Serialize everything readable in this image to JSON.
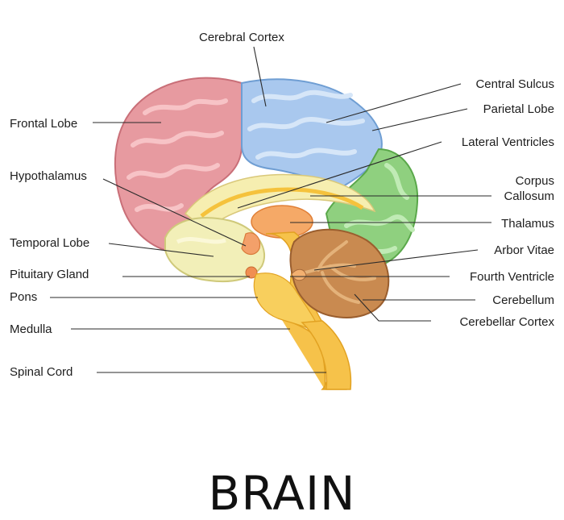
{
  "title": "BRAIN",
  "labels": {
    "cerebral_cortex": "Cerebral Cortex",
    "frontal_lobe": "Frontal Lobe",
    "hypothalamus": "Hypothalamus",
    "temporal_lobe": "Temporal Lobe",
    "pituitary_gland": "Pituitary Gland",
    "pons": "Pons",
    "medulla": "Medulla",
    "spinal_cord": "Spinal Cord",
    "central_sulcus": "Central Sulcus",
    "parietal_lobe": "Parietal Lobe",
    "lateral_ventricles": "Lateral Ventricles",
    "corpus": "Corpus",
    "callosum": "Callosum",
    "thalamus": "Thalamus",
    "arbor_vitae": "Arbor Vitae",
    "fourth_ventricle": "Fourth Ventricle",
    "cerebellum": "Cerebellum",
    "cerebellar_cortex": "Cerebellar Cortex"
  },
  "colors": {
    "frontal": "#e79aa0",
    "parietal": "#a9c8ee",
    "occipital": "#8fd07f",
    "temporal": "#f2efb8",
    "cerebellum": "#c98a50",
    "brainstem": "#f6c24a"
  }
}
